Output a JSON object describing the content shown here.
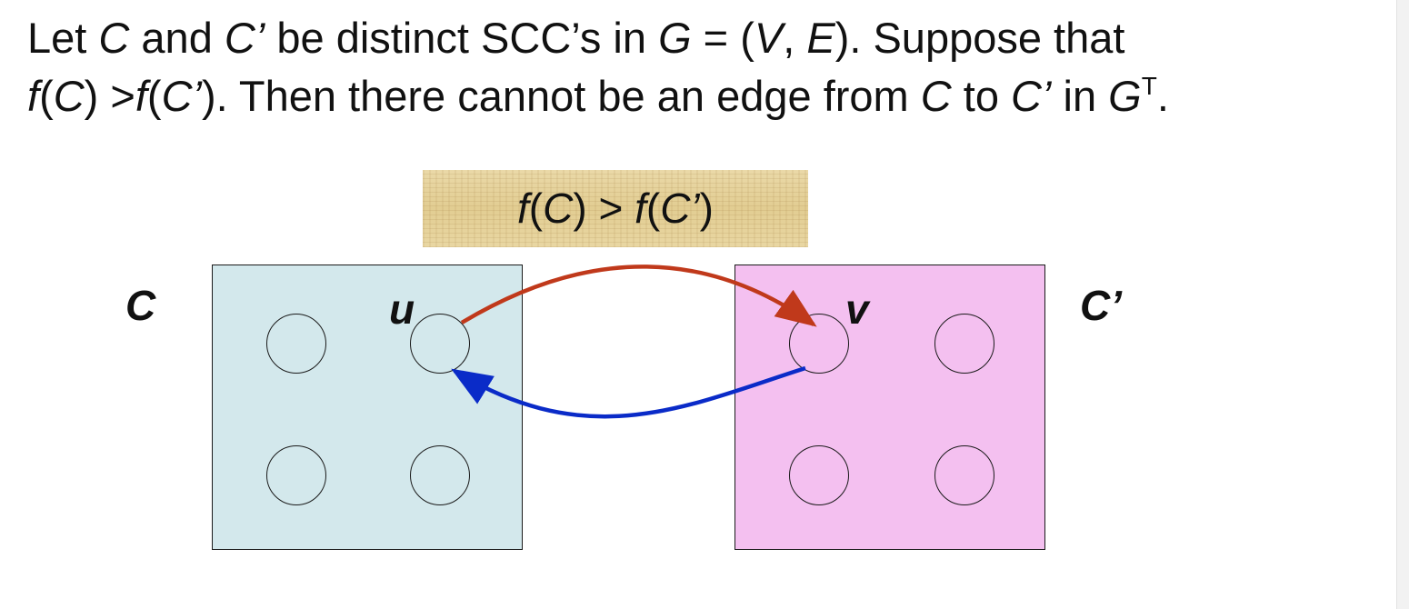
{
  "statement": {
    "line1": {
      "p1": "Let ",
      "c": "C",
      "p2": " and ",
      "cp": "C’",
      "p3": " be distinct SCC’s in ",
      "g": "G",
      "p4": " = (",
      "v": "V",
      "p5": ", ",
      "e": "E",
      "p6": "). Suppose that"
    },
    "line2": {
      "f1": "f",
      "p1": "(",
      "c1": "C",
      "p2": ") >",
      "f2": "f",
      "p3": "(",
      "c2": "C’",
      "p4": "). Then there cannot be an edge from ",
      "c3": "C",
      "p5": " to ",
      "c4": "C’",
      "p6": " in ",
      "g": "G",
      "sup": "T",
      "p7": "."
    }
  },
  "banner": {
    "f1": "f",
    "p1": "(",
    "c": "C",
    "p2": ") > ",
    "f2": "f",
    "p3": "(",
    "cp": "C’",
    "p4": ")"
  },
  "labels": {
    "left_component": "C",
    "right_component": "C’",
    "u": "u",
    "v": "v"
  },
  "colors": {
    "left_component_fill": "#d3e8ec",
    "right_component_fill": "#f4c0f0",
    "edge_u_to_v": "#c0391b",
    "edge_v_to_u": "#0a2bc8",
    "banner_fill": "#e6d39e"
  }
}
